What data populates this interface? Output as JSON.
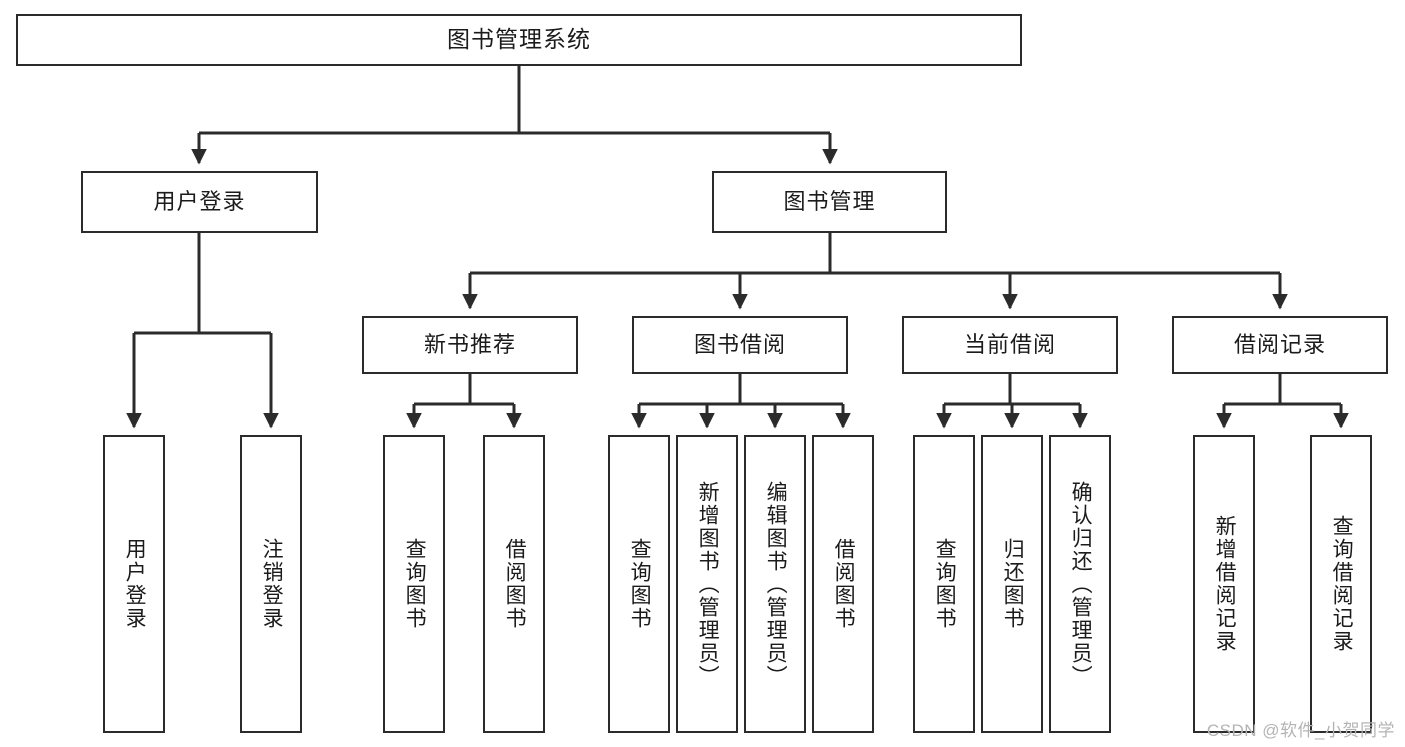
{
  "diagram": {
    "title": "图书管理系统",
    "type": "functional-structure-tree",
    "watermark": "CSDN @软件_小贺同学",
    "colors": {
      "stroke": "#2b2b2b",
      "fill": "#ffffff",
      "text": "#1b1b1b",
      "watermark": "#b4b4b4"
    },
    "root": {
      "label": "图书管理系统"
    },
    "level1": [
      {
        "label": "用户登录"
      },
      {
        "label": "图书管理"
      }
    ],
    "level2": [
      {
        "label": "新书推荐"
      },
      {
        "label": "图书借阅"
      },
      {
        "label": "当前借阅"
      },
      {
        "label": "借阅记录"
      }
    ],
    "leaves": {
      "user_login": [
        {
          "label": "用户登录"
        },
        {
          "label": "注销登录"
        }
      ],
      "new_book_recommend": [
        {
          "label": "查询图书"
        },
        {
          "label": "借阅图书"
        }
      ],
      "book_borrow": [
        {
          "label": "查询图书"
        },
        {
          "label": "新增图书（管理员）"
        },
        {
          "label": "编辑图书（管理员）"
        },
        {
          "label": "借阅图书"
        }
      ],
      "current_borrow": [
        {
          "label": "查询图书"
        },
        {
          "label": "归还图书"
        },
        {
          "label": "确认归还（管理员）"
        }
      ],
      "borrow_record": [
        {
          "label": "新增借阅记录"
        },
        {
          "label": "查询借阅记录"
        }
      ]
    }
  }
}
